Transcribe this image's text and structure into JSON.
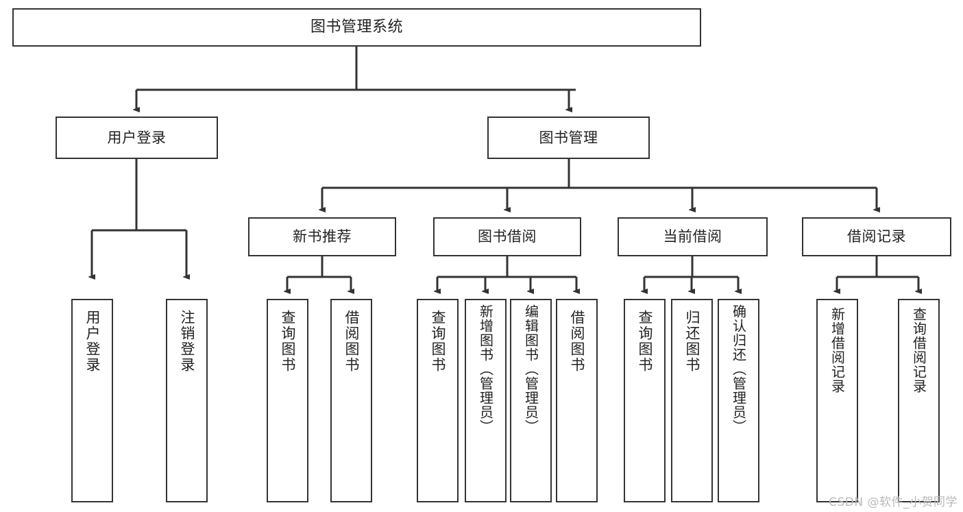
{
  "diagram": {
    "title": "图书管理系统",
    "type": "hierarchy-tree",
    "watermark": "CSDN @软件_小贺同学",
    "colors": {
      "stroke": "#333333",
      "fill": "#ffffff",
      "text": "#222222",
      "watermark": "#b9b9b9"
    },
    "levels": {
      "root": {
        "label": "图书管理系统"
      },
      "level2": [
        {
          "label": "用户登录"
        },
        {
          "label": "图书管理"
        }
      ],
      "level3": [
        {
          "label": "新书推荐"
        },
        {
          "label": "图书借阅"
        },
        {
          "label": "当前借阅"
        },
        {
          "label": "借阅记录"
        }
      ],
      "leaves": {
        "user_login": [
          {
            "label": "用户登录"
          },
          {
            "label": "注销登录"
          }
        ],
        "new_book_recommend": [
          {
            "label": "查询图书"
          },
          {
            "label": "借阅图书"
          }
        ],
        "book_borrow": [
          {
            "label": "查询图书"
          },
          {
            "label": "新增图书（管理员）"
          },
          {
            "label": "编辑图书（管理员）"
          },
          {
            "label": "借阅图书"
          }
        ],
        "current_borrow": [
          {
            "label": "查询图书"
          },
          {
            "label": "归还图书"
          },
          {
            "label": "确认归还（管理员）"
          }
        ],
        "borrow_record": [
          {
            "label": "新增借阅记录"
          },
          {
            "label": "查询借阅记录"
          }
        ]
      }
    }
  }
}
